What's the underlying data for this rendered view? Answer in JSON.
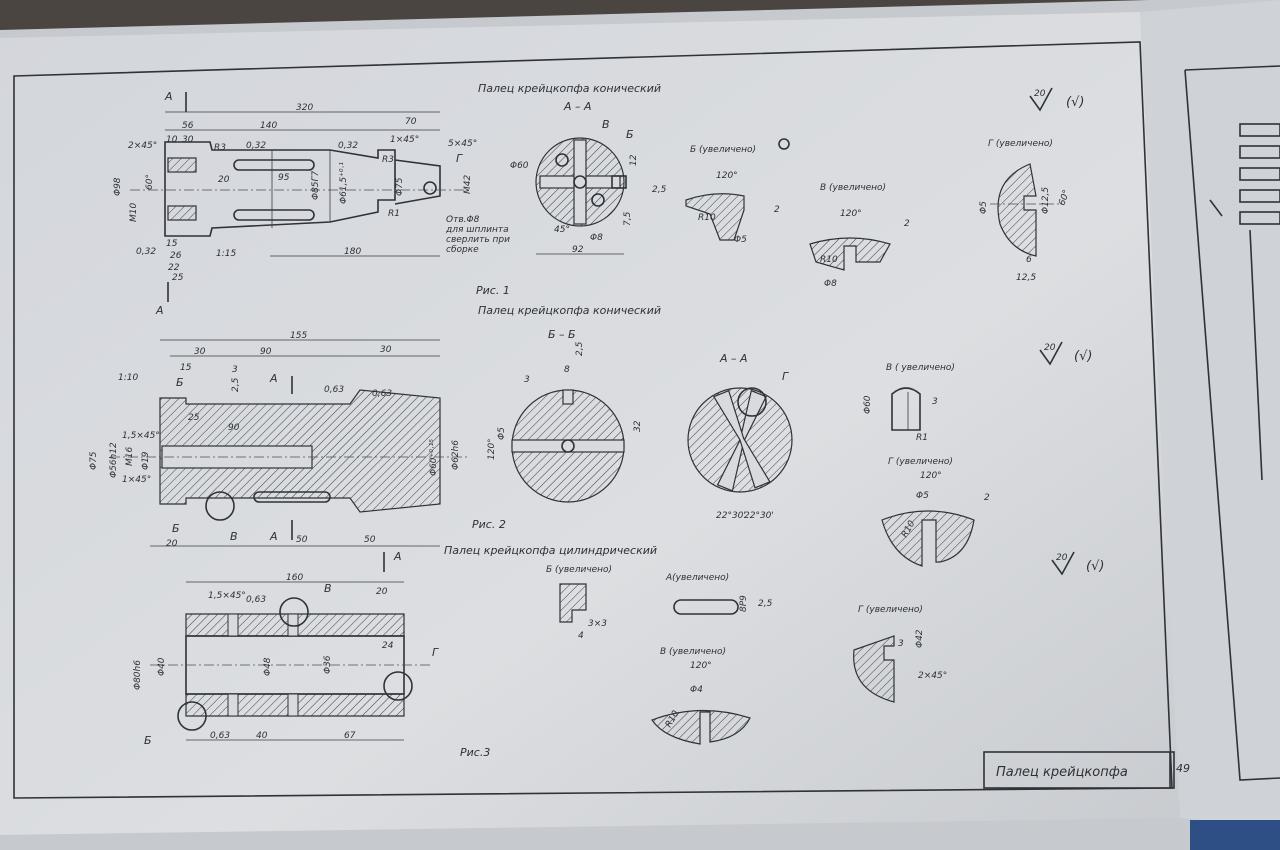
{
  "sheet": {
    "page_number": "49",
    "title_block": "Палец крейцкопфа"
  },
  "fig1": {
    "title": "Палец крейцкопфа конический",
    "caption": "Рис. 1",
    "section_mark": "А",
    "dims": {
      "overall": "320",
      "d56": "56",
      "d140": "140",
      "d70": "70",
      "ch_left": "2×45°",
      "d10": "10",
      "d30": "30",
      "r3": "R3",
      "rough1": "0,32",
      "rough2": "0,32",
      "ch_r": "1×45°",
      "ch_far": "5×45°",
      "r3b": "R3",
      "d20": "20",
      "d95": "95",
      "d98": "Φ98",
      "m10": "M10",
      "a60": "60°",
      "d8517": "Φ85Г7",
      "d615": "Φ61,5⁺⁰·¹",
      "d75": "Φ75",
      "m42": "M42",
      "r1": "R1",
      "gamma": "Г",
      "rough3": "0,32",
      "d15": "15",
      "d26": "26",
      "d22": "22",
      "d25": "25",
      "taper": "1:15",
      "d180": "180",
      "note1": "Отв.Φ8",
      "note2": "для шплинта",
      "note3": "сверлить при",
      "note4": "сборке"
    }
  },
  "fig1_section": {
    "title": "А – А",
    "labels": {
      "v": "В",
      "b": "Б"
    },
    "dims": {
      "d60": "Φ60",
      "d12": "12",
      "d25": "2,5",
      "a45": "45°",
      "d8": "Φ8",
      "d75": "7,5",
      "d92": "92"
    }
  },
  "fig1_detail_b": {
    "title": "Б (увеличено)",
    "dims": {
      "a120": "120°",
      "r10": "R10",
      "d5": "Φ5",
      "d2": "2"
    }
  },
  "fig1_detail_v": {
    "title": "В (увеличено)",
    "dims": {
      "a120": "120°",
      "r10": "R10",
      "d8": "Φ8",
      "d2": "2"
    }
  },
  "fig1_detail_g": {
    "title": "Г (увеличено)",
    "dims": {
      "d5": "Φ5",
      "d125": "Φ12,5",
      "a60": "60°",
      "d6": "6",
      "d125b": "12,5"
    }
  },
  "rough_marks": {
    "r1": "20",
    "r2": "20",
    "r3": "20"
  },
  "fig2": {
    "title": "Палец крейцкопфа конический",
    "caption": "Рис. 2",
    "dims": {
      "overall": "155",
      "d30": "30",
      "d90": "90",
      "d30b": "30",
      "taper": "1:10",
      "d15": "15",
      "d3": "3",
      "d25": "2,5",
      "b_mark": "Б",
      "a_mark": "А",
      "rough1": "0,63",
      "rough2": "0,63",
      "d25b": "25",
      "d90b": "90",
      "ch1": "1,5×45°",
      "m16": "M16",
      "d19": "Φ19",
      "ch2": "1×45°",
      "d75": "Φ75",
      "d56": "Φ56h12",
      "d60": "Φ60⁺⁰·¹⁵",
      "d62": "Φ62h6",
      "d20": "20",
      "d50": "50",
      "d50b": "50",
      "v_mark": "В"
    }
  },
  "fig2_section_bb": {
    "title": "Б – Б",
    "dims": {
      "d25": "2,5",
      "d8": "8",
      "d3": "3",
      "a120": "120°",
      "d5": "Φ5",
      "d32": "32"
    }
  },
  "fig2_section_aa": {
    "title": "А – А",
    "g_mark": "Г",
    "dims": {
      "a1": "22°30'",
      "a2": "22°30'"
    }
  },
  "fig2_detail_v": {
    "title": "В ( увеличено)",
    "dims": {
      "d60": "Φ60",
      "d3": "3",
      "r1": "R1"
    }
  },
  "fig2_detail_g": {
    "title": "Г (увеличено)",
    "dims": {
      "a120": "120°",
      "d5": "Φ5",
      "r10": "R10",
      "d2": "2"
    }
  },
  "fig3": {
    "title": "Палец крейцкопфа цилиндрический",
    "caption": "Рис.3",
    "a_mark": "А",
    "dims": {
      "overall": "160",
      "ch": "1,5×45°",
      "rough1": "0,63",
      "v_mark": "В",
      "d20": "20",
      "d80": "Φ80h6",
      "d40": "Φ40",
      "d48": "Φ48",
      "d36": "Φ36",
      "d24": "24",
      "g_mark": "Г",
      "b_mark": "Б",
      "rough2": "0,63",
      "d40b": "40",
      "d67": "67"
    }
  },
  "fig3_detail_b": {
    "title": "Б (увеличено)",
    "dims": {
      "d3x3": "3×3",
      "d4": "4"
    }
  },
  "fig3_detail_a": {
    "title": "А(увеличено)",
    "dims": {
      "d8": "8Р9",
      "d25": "2,5"
    }
  },
  "fig3_detail_v": {
    "title": "В (увеличено)",
    "dims": {
      "a120": "120°",
      "d4": "Φ4",
      "r10": "R10"
    }
  },
  "fig3_detail_g": {
    "title": "Г (увеличено)",
    "dims": {
      "d3": "3",
      "d42": "Φ42",
      "ch": "2×45°"
    }
  }
}
